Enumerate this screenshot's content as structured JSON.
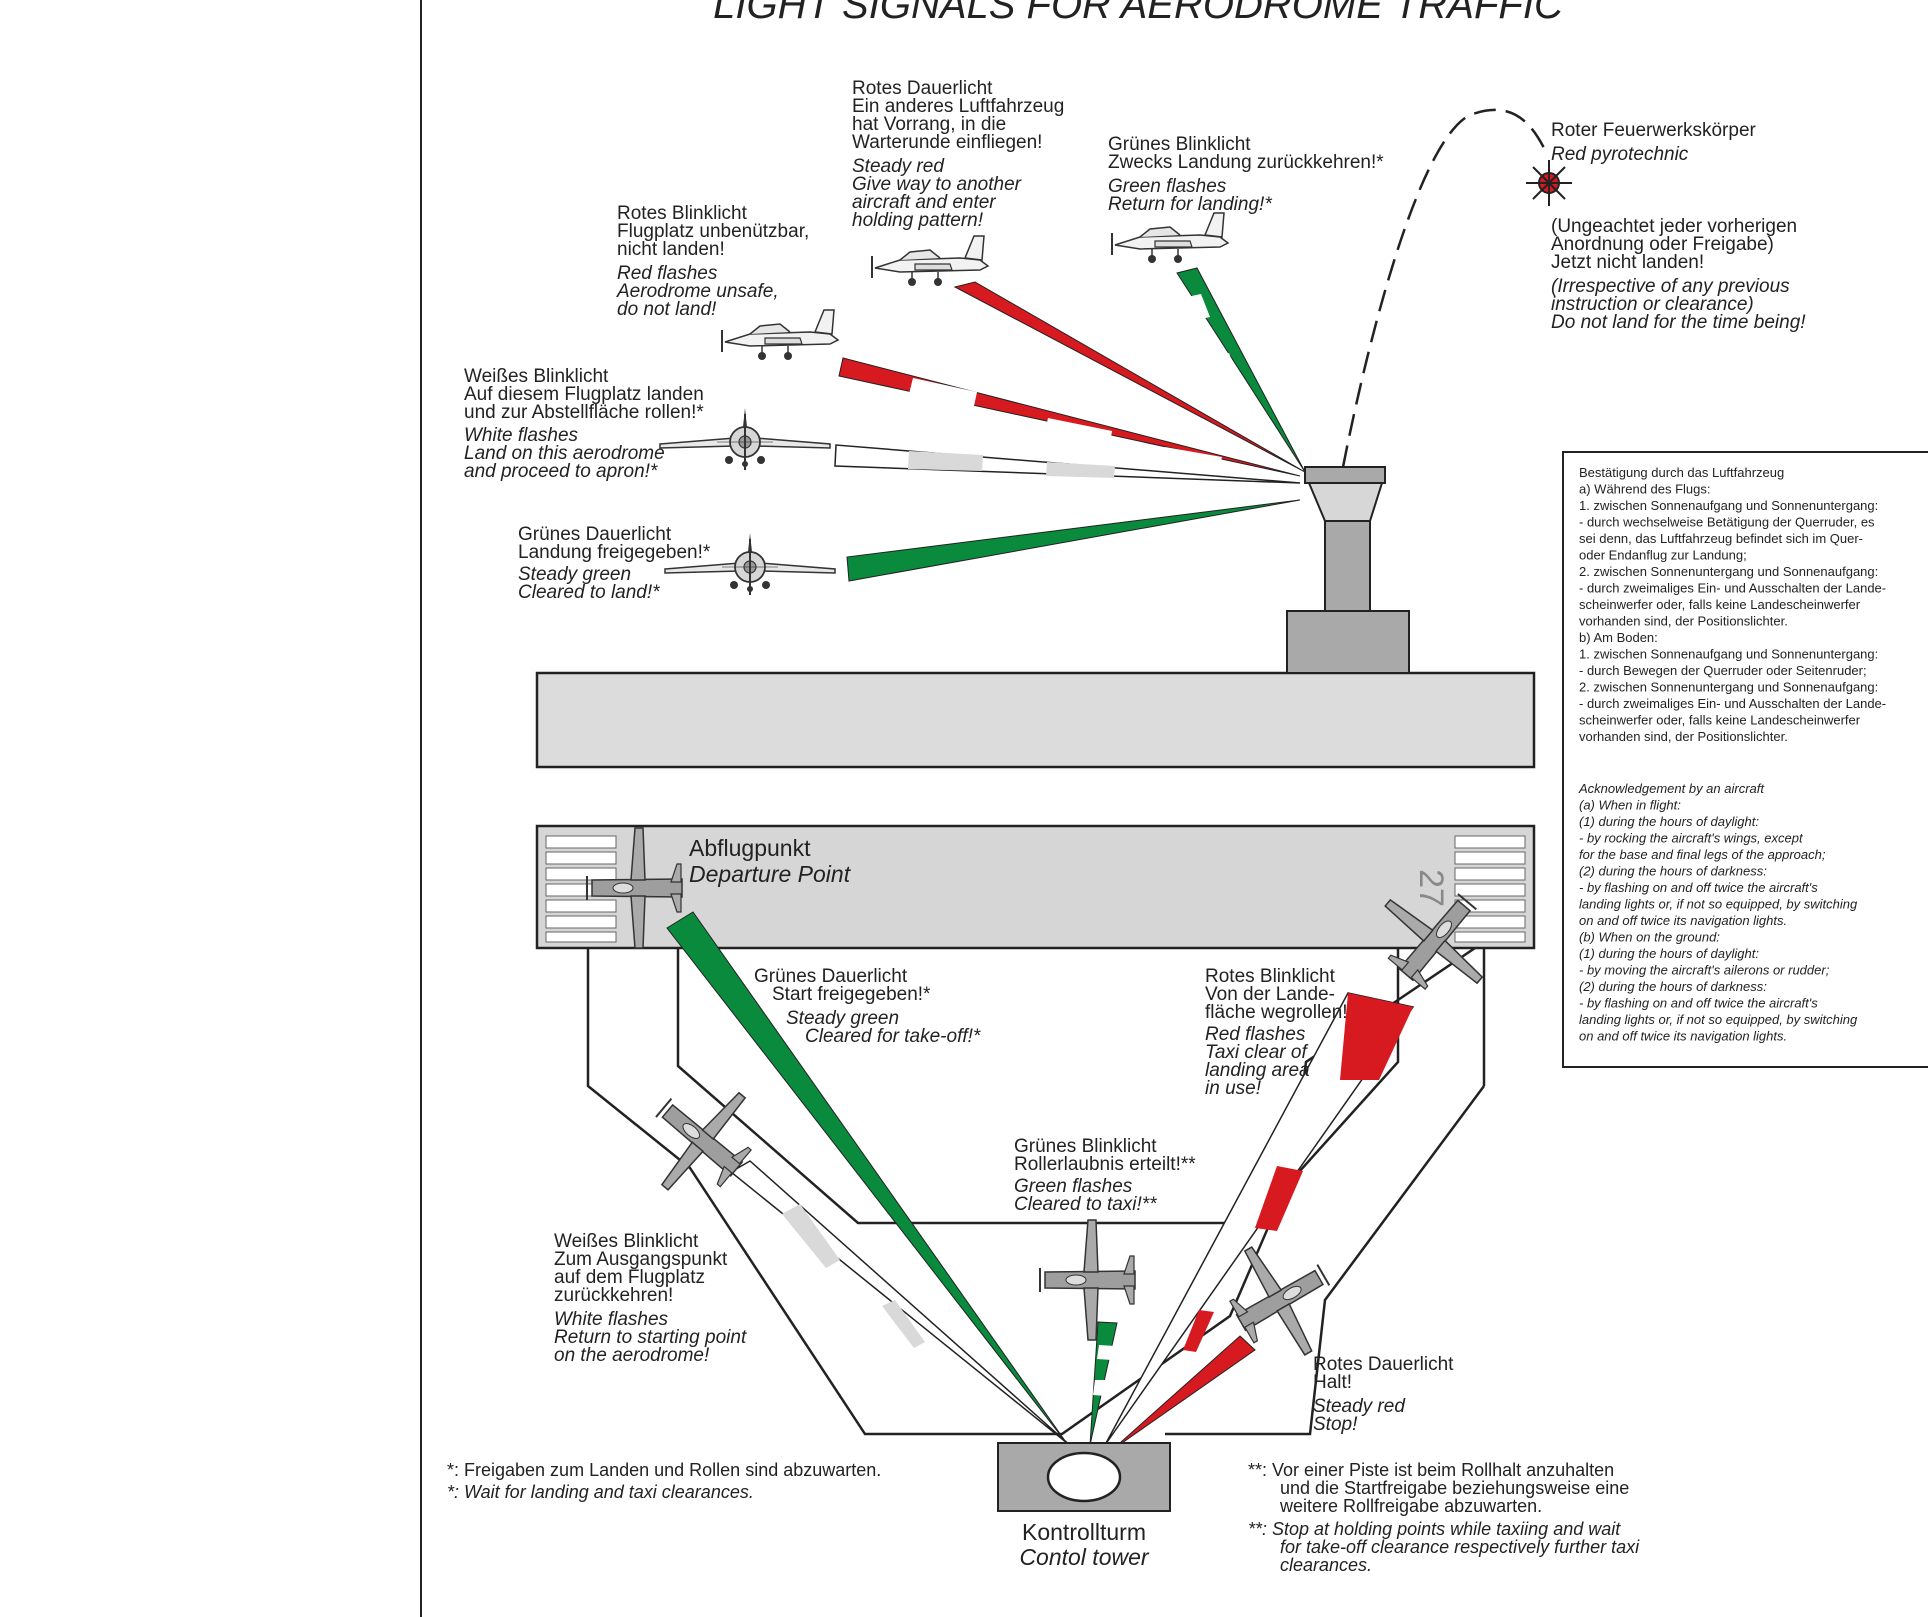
{
  "title": "LIGHT SIGNALS FOR AERODROME TRAFFIC",
  "colors": {
    "red": "#d71920",
    "green": "#0a8a3c",
    "white": "#ffffff",
    "grey": "#d9d9d9",
    "stroke": "#222222"
  },
  "air_signals": {
    "steady_red": {
      "de": [
        "Rotes Dauerlicht",
        "Ein anderes Luftfahrzeug",
        "hat Vorrang, in die",
        "Warterunde einfliegen!"
      ],
      "en": [
        "Steady red",
        "Give way to another",
        "aircraft and enter",
        "holding pattern!"
      ]
    },
    "green_flashes": {
      "de": [
        "Grünes Blinklicht",
        "Zwecks Landung zurückkehren!*"
      ],
      "en": [
        "Green flashes",
        "Return for landing!*"
      ]
    },
    "red_pyro": {
      "de": [
        "Roter Feuerwerkskörper"
      ],
      "en": [
        "Red pyrotechnic"
      ],
      "de2": [
        "(Ungeachtet jeder vorherigen",
        "Anordnung oder Freigabe)",
        "Jetzt nicht landen!"
      ],
      "en2": [
        "(Irrespective of any previous",
        "instruction or clearance)",
        "Do not land for the time being!"
      ]
    },
    "red_flashes": {
      "de": [
        "Rotes Blinklicht",
        "Flugplatz unbenützbar,",
        "nicht landen!"
      ],
      "en": [
        "Red flashes",
        "Aerodrome unsafe,",
        "do not land!"
      ]
    },
    "white_flashes": {
      "de": [
        "Weißes Blinklicht",
        "Auf diesem Flugplatz landen",
        "und zur Abstellfläche rollen!*"
      ],
      "en": [
        "White flashes",
        "Land on this aerodrome",
        "and proceed to apron!*"
      ]
    },
    "steady_green": {
      "de": [
        "Grünes Dauerlicht",
        "Landung freigegeben!*"
      ],
      "en": [
        "Steady green",
        "Cleared to land!*"
      ]
    }
  },
  "ground_signals": {
    "departure_point": {
      "de": "Abflugpunkt",
      "en": "Departure Point"
    },
    "runway_number": "27",
    "steady_green_takeoff": {
      "de": [
        "Grünes Dauerlicht",
        "Start freigegeben!*"
      ],
      "en": [
        "Steady green",
        "Cleared for take-off!*"
      ]
    },
    "red_flashes_taxi_clear": {
      "de": [
        "Rotes Blinklicht",
        "Von der Lande-",
        "fläche wegrollen!"
      ],
      "en": [
        "Red flashes",
        "Taxi clear of",
        "landing area",
        "in use!"
      ]
    },
    "green_flashes_taxi": {
      "de": [
        "Grünes Blinklicht",
        "Rollerlaubnis erteilt!**"
      ],
      "en": [
        "Green flashes",
        "Cleared to taxi!**"
      ]
    },
    "white_flashes_return": {
      "de": [
        "Weißes Blinklicht",
        "Zum Ausgangspunkt",
        "auf dem Flugplatz",
        "zurückkehren!"
      ],
      "en": [
        "White flashes",
        "Return to starting point",
        "on the aerodrome!"
      ]
    },
    "steady_red_stop": {
      "de": [
        "Rotes Dauerlicht",
        "Halt!"
      ],
      "en": [
        "Steady red",
        "Stop!"
      ]
    }
  },
  "acknowledgement": {
    "de": [
      "Bestätigung durch das Luftfahrzeug",
      "a) Während des Flugs:",
      "1. zwischen Sonnenaufgang und Sonnenuntergang:",
      " - durch wechselweise Betätigung der Querruder, es",
      "   sei denn, das Luftfahrzeug befindet sich im Quer-",
      "   oder Endanflug zur Landung;",
      "2. zwischen Sonnenuntergang und Sonnenaufgang:",
      " - durch zweimaliges Ein- und Ausschalten der Lande-",
      "   scheinwerfer oder, falls keine Landescheinwerfer",
      "   vorhanden sind, der Positionslichter.",
      "b) Am Boden:",
      "1. zwischen Sonnenaufgang und Sonnenuntergang:",
      " - durch Bewegen der Querruder oder Seitenruder;",
      "2. zwischen Sonnenuntergang und Sonnenaufgang:",
      " - durch zweimaliges Ein- und Ausschalten der Lande-",
      "   scheinwerfer oder, falls keine Landescheinwerfer",
      "   vorhanden sind, der Positionslichter."
    ],
    "en": [
      "Acknowledgement by an aircraft",
      "(a) When in flight:",
      "(1) during the hours of daylight:",
      " - by rocking the aircraft's wings, except",
      "   for the base and final legs of the approach;",
      "(2) during the hours of darkness:",
      " - by flashing on and off twice the aircraft's",
      "   landing lights or, if not so equipped, by switching",
      "   on and off twice its navigation lights.",
      "(b) When on the ground:",
      "(1) during the hours of daylight:",
      " - by moving the aircraft's ailerons or rudder;",
      "(2) during the hours of darkness:",
      " - by flashing on and off twice the aircraft's",
      "   landing lights or, if not so equipped, by switching",
      "   on and off twice its navigation lights."
    ]
  },
  "footnotes": {
    "left_de": "*: Freigaben zum Landen und Rollen sind abzuwarten.",
    "left_en": "*: Wait for landing and taxi clearances.",
    "right_de": [
      "**: Vor einer Piste ist beim Rollhalt anzuhalten",
      "und die Startfreigabe beziehungsweise eine",
      "weitere Rollfreigabe abzuwarten."
    ],
    "right_en": [
      "**: Stop at holding points while taxiing and wait",
      "for take-off clearance respectively further taxi",
      "clearances."
    ]
  },
  "control_tower": {
    "de": "Kontrollturm",
    "en": "Contol tower"
  }
}
